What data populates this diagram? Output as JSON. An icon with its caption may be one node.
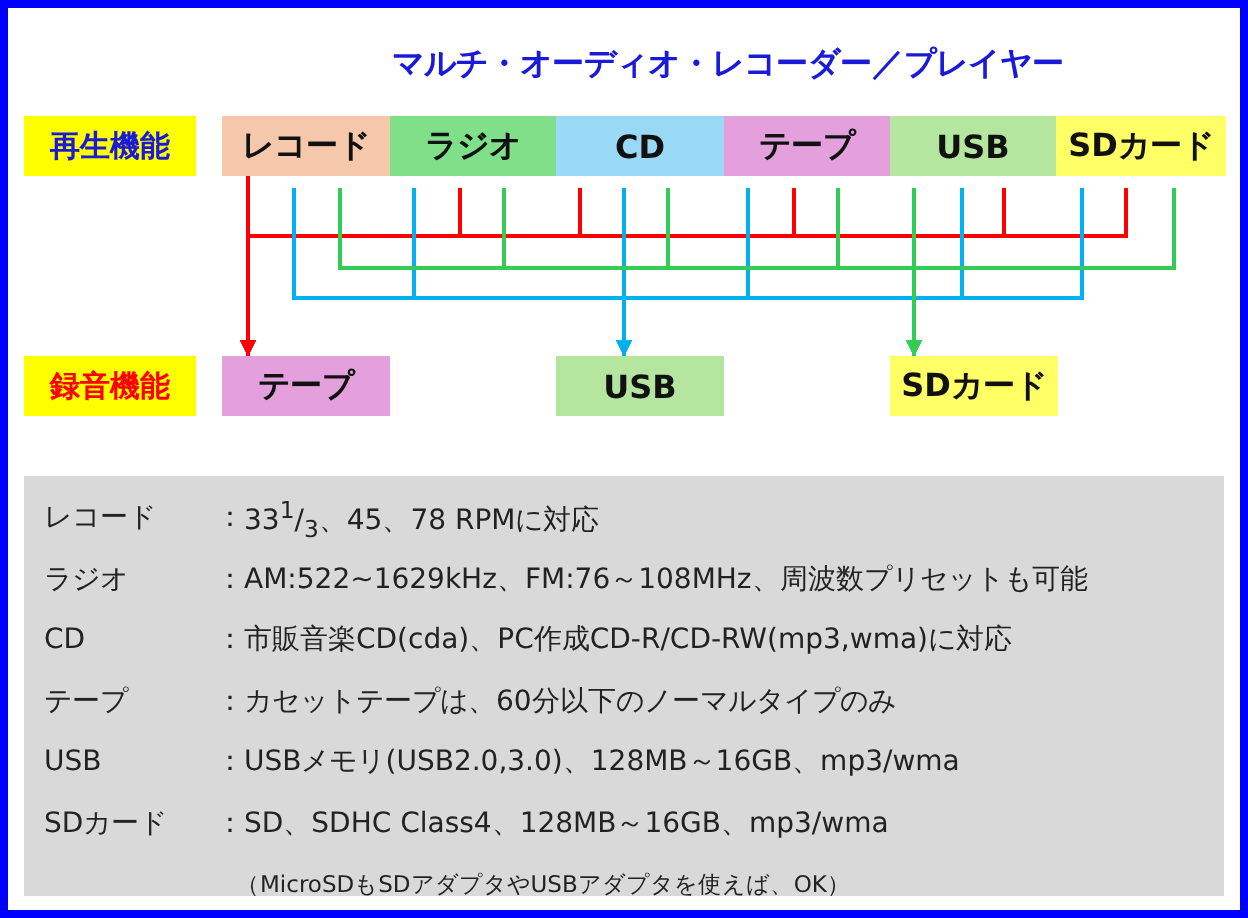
{
  "diagram": {
    "title": "マルチ・オーディオ・レコーダー／プレイヤー",
    "nodes": [
      {
        "text": [
          "再生機能"
        ]
      },
      {
        "text": [
          "レコード"
        ]
      },
      {
        "text": [
          "ラジオ"
        ]
      },
      {
        "text": [
          "CD"
        ]
      },
      {
        "text": [
          "テープ"
        ]
      },
      {
        "text": [
          "USB"
        ]
      },
      {
        "text": [
          "SDカード"
        ]
      },
      {
        "text": [
          "録音機能"
        ]
      },
      {
        "text": [
          "テープ"
        ]
      },
      {
        "text": [
          "USB"
        ]
      },
      {
        "text": [
          "SDカード"
        ]
      }
    ],
    "edges": [
      {
        "from": 1,
        "to": 8,
        "arrow": "to",
        "color": "#ff0000"
      },
      {
        "from": 2,
        "to": 8,
        "arrow": "to",
        "color": "#ff0000"
      },
      {
        "from": 3,
        "to": 8,
        "arrow": "to",
        "color": "#ff0000"
      },
      {
        "from": 4,
        "to": 8,
        "arrow": "to",
        "color": "#ff0000"
      },
      {
        "from": 5,
        "to": 8,
        "arrow": "to",
        "color": "#ff0000"
      },
      {
        "from": 6,
        "to": 8,
        "arrow": "to",
        "color": "#ff0000"
      },
      {
        "from": 1,
        "to": 9,
        "arrow": "to",
        "color": "#00b0f0"
      },
      {
        "from": 2,
        "to": 9,
        "arrow": "to",
        "color": "#00b0f0"
      },
      {
        "from": 3,
        "to": 9,
        "arrow": "to",
        "color": "#00b0f0"
      },
      {
        "from": 4,
        "to": 9,
        "arrow": "to",
        "color": "#00b0f0"
      },
      {
        "from": 5,
        "to": 9,
        "arrow": "to",
        "color": "#00b0f0"
      },
      {
        "from": 6,
        "to": 9,
        "arrow": "to",
        "color": "#00b0f0"
      },
      {
        "from": 1,
        "to": 10,
        "arrow": "to",
        "color": "#33cc55"
      },
      {
        "from": 2,
        "to": 10,
        "arrow": "to",
        "color": "#33cc55"
      },
      {
        "from": 3,
        "to": 10,
        "arrow": "to",
        "color": "#33cc55"
      },
      {
        "from": 4,
        "to": 10,
        "arrow": "to",
        "color": "#33cc55"
      },
      {
        "from": 5,
        "to": 10,
        "arrow": "to",
        "color": "#33cc55"
      },
      {
        "from": 6,
        "to": 10,
        "arrow": "to",
        "color": "#33cc55"
      }
    ],
    "labels": [
      "レコード",
      "：",
      "33$^{1}$/$_{3}$、45、78 RPMに対応",
      "ラジオ",
      "：",
      "AM:522~1629kHz、FM:76～108MHz、周波数プリセットも可能",
      "CD",
      "：",
      "市販音楽CD(cda)、PC作成CD-R/CD-RW(mp3,wma)に対応",
      "テープ",
      "：",
      "カセットテープは、60分以下のノーマルタイプのみ",
      "USB",
      "：",
      "USBメモリ(USB2.0,3.0)、128MB～16GB、mp3/wma",
      "SDカード",
      "：",
      "SD、SDHC Class4、128MB～16GB、mp3/wma",
      "（MicroSDもSDアダプタやUSBアダプタを使えば、OK）"
    ]
  }
}
